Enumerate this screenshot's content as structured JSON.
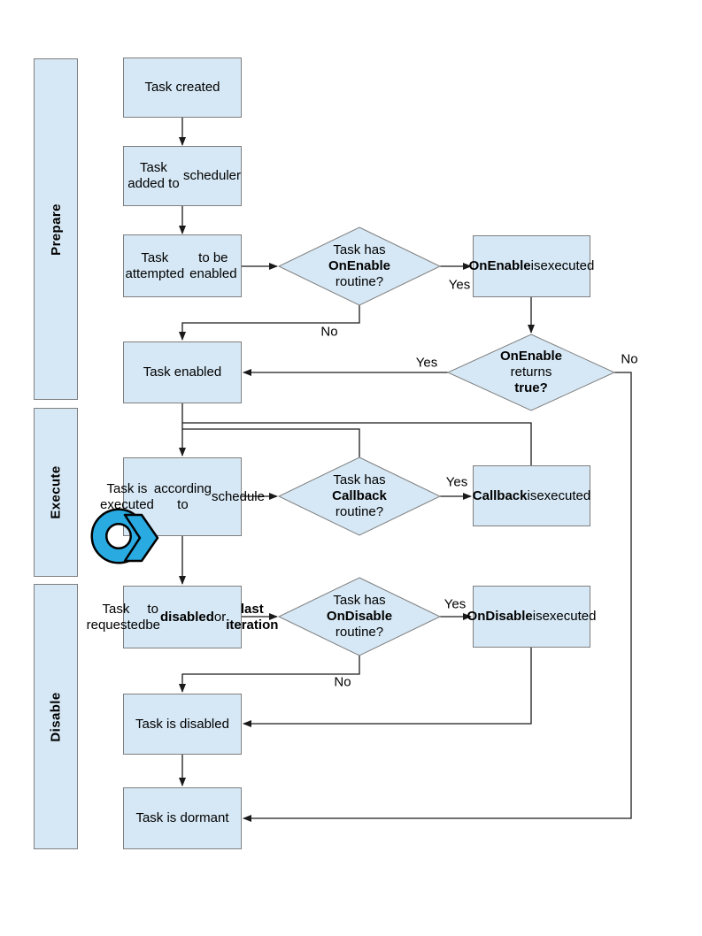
{
  "colors": {
    "node_fill": "#d6e8f5",
    "node_border": "#7f7f7f",
    "connector": "#1a1a1a",
    "loop_arrow": "#29abe2"
  },
  "labels": {
    "yes": "Yes",
    "no": "No"
  },
  "lanes": [
    {
      "id": "prepare",
      "label": "Prepare"
    },
    {
      "id": "execute",
      "label": "Execute"
    },
    {
      "id": "disable",
      "label": "Disable"
    }
  ],
  "nodes": {
    "task_created": {
      "type": "process",
      "lines": [
        "Task created"
      ]
    },
    "task_added": {
      "type": "process",
      "lines": [
        "Task added to",
        "scheduler"
      ]
    },
    "task_attempted": {
      "type": "process",
      "lines": [
        "Task attempted",
        "to be enabled"
      ]
    },
    "has_onenable": {
      "type": "decision",
      "lines": [
        "Task has",
        [
          {
            "t": "OnEnable",
            "b": true
          }
        ],
        "routine?"
      ]
    },
    "onenable_executed": {
      "type": "process",
      "lines": [
        [
          {
            "t": "OnEnable",
            "b": true
          },
          " is"
        ],
        "executed"
      ]
    },
    "returns_true": {
      "type": "decision",
      "lines": [
        [
          {
            "t": "OnEnable",
            "b": true
          }
        ],
        "returns",
        [
          {
            "t": "true?",
            "b": true
          }
        ]
      ]
    },
    "task_enabled": {
      "type": "process",
      "lines": [
        "Task enabled"
      ]
    },
    "task_executed": {
      "type": "process",
      "lines": [
        "Task is executed",
        "according to",
        "schedule"
      ]
    },
    "has_callback": {
      "type": "decision",
      "lines": [
        "Task has",
        [
          {
            "t": "Callback",
            "b": true
          }
        ],
        "routine?"
      ]
    },
    "callback_executed": {
      "type": "process",
      "lines": [
        [
          {
            "t": "Callback",
            "b": true
          },
          " is"
        ],
        "executed"
      ]
    },
    "task_requested": {
      "type": "process",
      "lines": [
        "Task requested",
        [
          "to be ",
          {
            "t": "disabled",
            "b": true
          },
          " or"
        ],
        [
          {
            "t": "last iteration",
            "b": true
          }
        ]
      ]
    },
    "has_ondisable": {
      "type": "decision",
      "lines": [
        "Task has",
        [
          {
            "t": "OnDisable",
            "b": true
          }
        ],
        "routine?"
      ]
    },
    "ondisable_executed": {
      "type": "process",
      "lines": [
        [
          {
            "t": "OnDisable",
            "b": true
          },
          " is"
        ],
        "executed"
      ]
    },
    "task_disabled": {
      "type": "process",
      "lines": [
        "Task is disabled"
      ]
    },
    "task_dormant": {
      "type": "process",
      "lines": [
        "Task is dormant"
      ]
    }
  },
  "edges": [
    {
      "from": "task_created",
      "to": "task_added",
      "label": ""
    },
    {
      "from": "task_added",
      "to": "task_attempted",
      "label": ""
    },
    {
      "from": "task_attempted",
      "to": "has_onenable",
      "label": ""
    },
    {
      "from": "has_onenable",
      "to": "onenable_executed",
      "label": "Yes"
    },
    {
      "from": "has_onenable",
      "to": "task_enabled",
      "label": "No"
    },
    {
      "from": "onenable_executed",
      "to": "returns_true",
      "label": ""
    },
    {
      "from": "returns_true",
      "to": "task_enabled",
      "label": "Yes"
    },
    {
      "from": "returns_true",
      "to": "task_dormant",
      "label": "No"
    },
    {
      "from": "task_enabled",
      "to": "task_executed",
      "label": ""
    },
    {
      "from": "callback_executed",
      "to": "task_executed",
      "label": ""
    },
    {
      "from": "has_callback",
      "to": "task_executed",
      "label": ""
    },
    {
      "from": "task_executed",
      "to": "has_callback",
      "label": ""
    },
    {
      "from": "has_callback",
      "to": "callback_executed",
      "label": "Yes"
    },
    {
      "from": "task_executed",
      "to": "task_requested",
      "label": ""
    },
    {
      "from": "task_requested",
      "to": "has_ondisable",
      "label": ""
    },
    {
      "from": "has_ondisable",
      "to": "ondisable_executed",
      "label": "Yes"
    },
    {
      "from": "has_ondisable",
      "to": "task_disabled",
      "label": "No"
    },
    {
      "from": "ondisable_executed",
      "to": "task_disabled",
      "label": ""
    },
    {
      "from": "task_disabled",
      "to": "task_dormant",
      "label": ""
    }
  ]
}
